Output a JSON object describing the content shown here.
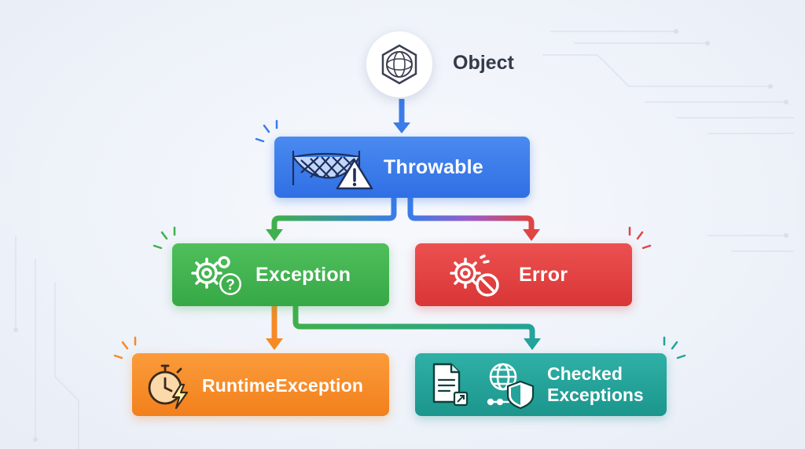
{
  "diagram": {
    "root": {
      "label": "Object",
      "icon": "hexagon-sphere-icon"
    },
    "nodes": [
      {
        "id": "throwable",
        "label": "Throwable",
        "icon": "net-warning-icon",
        "color": "#3a7ce9"
      },
      {
        "id": "exception",
        "label": "Exception",
        "icon": "gears-question-icon",
        "color": "#3fb04d"
      },
      {
        "id": "error",
        "label": "Error",
        "icon": "gear-prohibited-icon",
        "color": "#e04444"
      },
      {
        "id": "runtime",
        "label": "RuntimeException",
        "icon": "stopwatch-lightning-icon",
        "color": "#f58a26"
      },
      {
        "id": "checked",
        "label_line1": "Checked",
        "label_line2": "Exceptions",
        "icon": "document-globe-shield-icon",
        "color": "#23a399"
      }
    ],
    "edges": [
      {
        "from": "Object",
        "to": "Throwable",
        "color": "#3a7ce9"
      },
      {
        "from": "Throwable",
        "to": "Exception",
        "color": "#3fb04d"
      },
      {
        "from": "Throwable",
        "to": "Error",
        "color": "#e04444"
      },
      {
        "from": "Exception",
        "to": "RuntimeException",
        "color": "#f58a26"
      },
      {
        "from": "Exception",
        "to": "Checked Exceptions",
        "color": "#23a399"
      }
    ]
  }
}
